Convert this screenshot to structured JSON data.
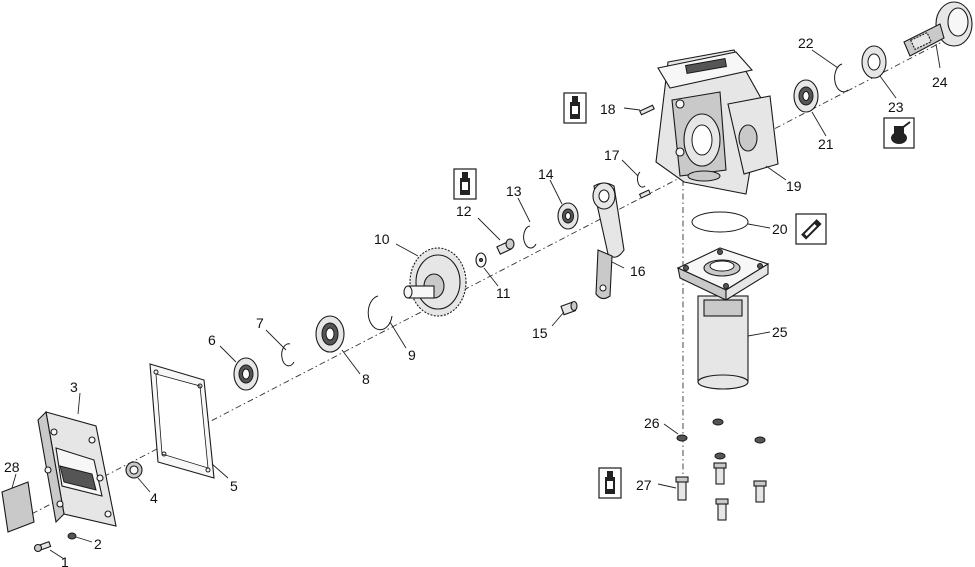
{
  "callouts": {
    "c1": "1",
    "c2": "2",
    "c3": "3",
    "c4": "4",
    "c5": "5",
    "c6": "6",
    "c7": "7",
    "c8": "8",
    "c9": "9",
    "c10": "10",
    "c11": "11",
    "c12": "12",
    "c13": "13",
    "c14": "14",
    "c15": "15",
    "c16": "16",
    "c17": "17",
    "c18": "18",
    "c19": "19",
    "c20": "20",
    "c21": "21",
    "c22": "22",
    "c23": "23",
    "c24": "24",
    "c25": "25",
    "c26": "26",
    "c27": "27",
    "c28": "28"
  },
  "icons": {
    "thread_locker": "thread-locker-bottle-icon",
    "grease": "grease-tube-icon",
    "oil": "oil-can-icon"
  }
}
